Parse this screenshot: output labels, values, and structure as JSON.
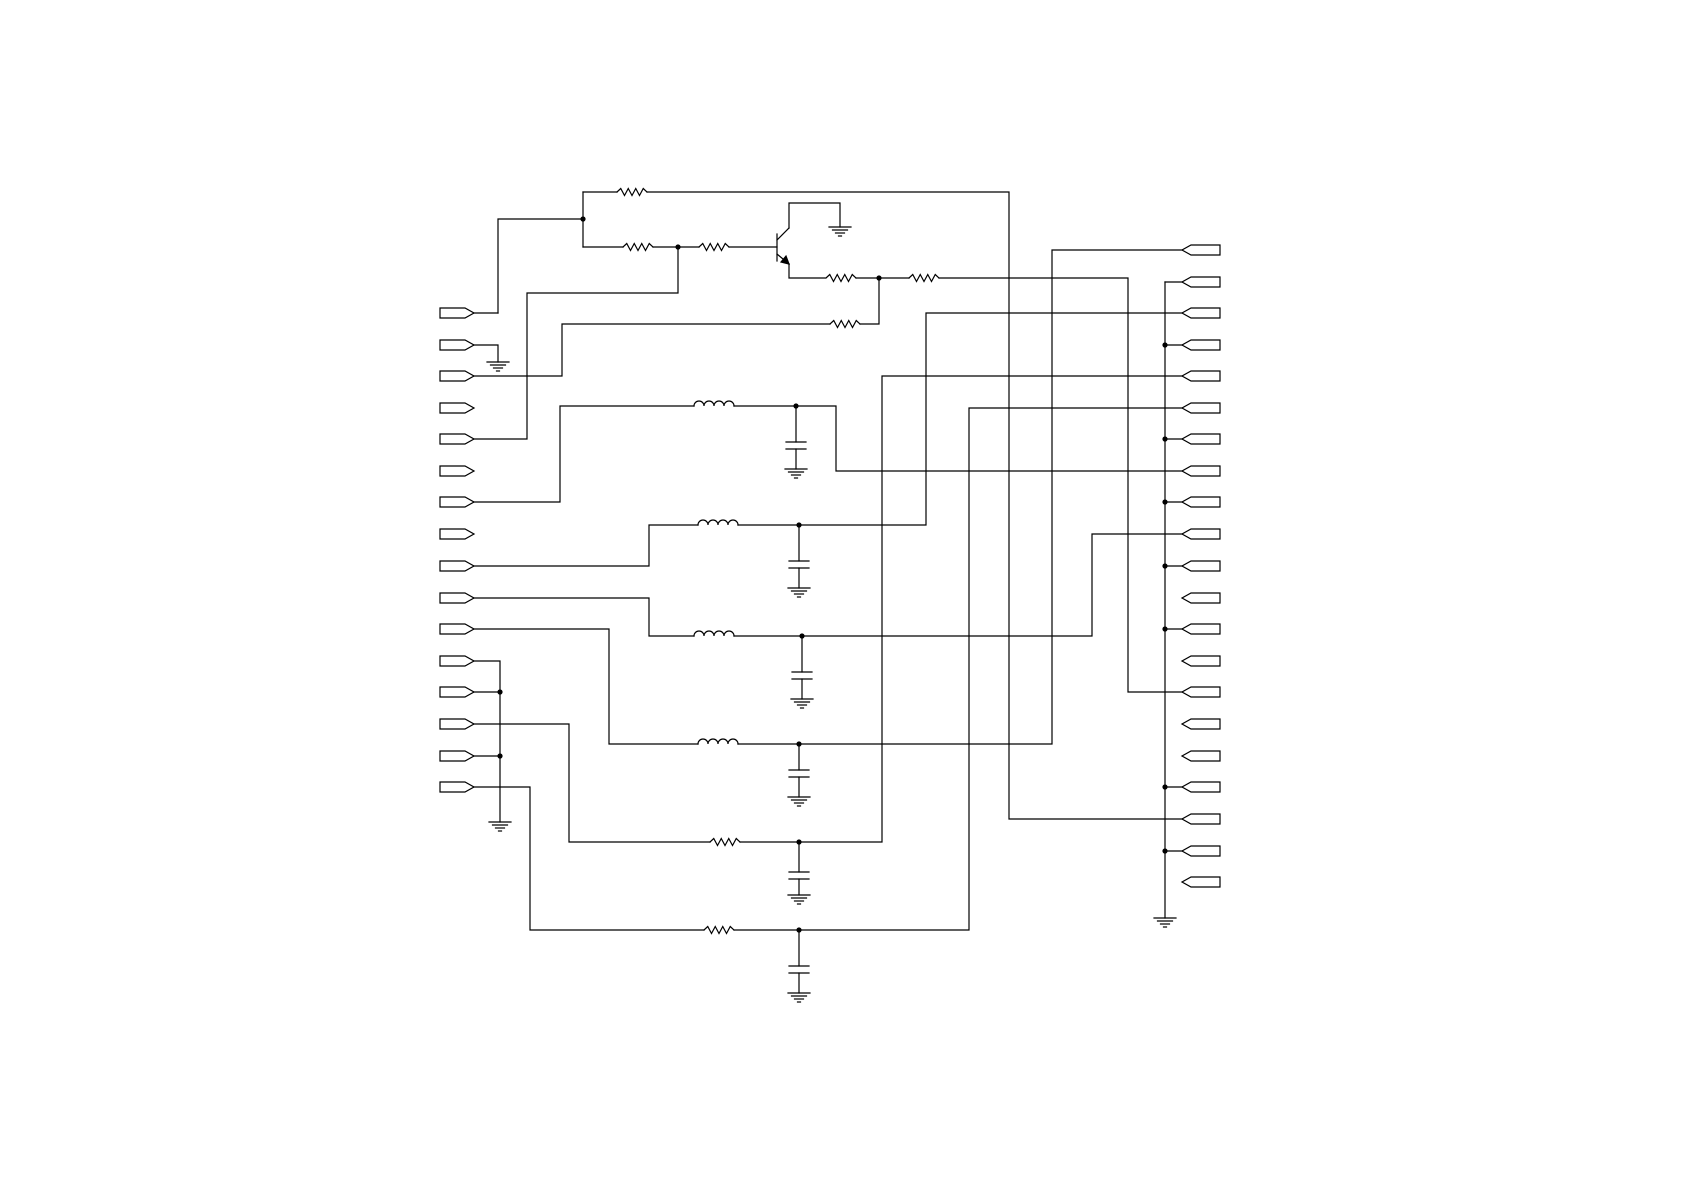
{
  "diagram": {
    "type": "circuit-schematic",
    "text_labels": [],
    "colors": {
      "background": "#ffffff",
      "ink": "#000000"
    },
    "symbol_counts": {
      "left_ports": 16,
      "right_ports": 21,
      "resistors": 8,
      "inductors": 4,
      "capacitors": 6,
      "transistors": 1,
      "ground_symbols": 10
    }
  }
}
